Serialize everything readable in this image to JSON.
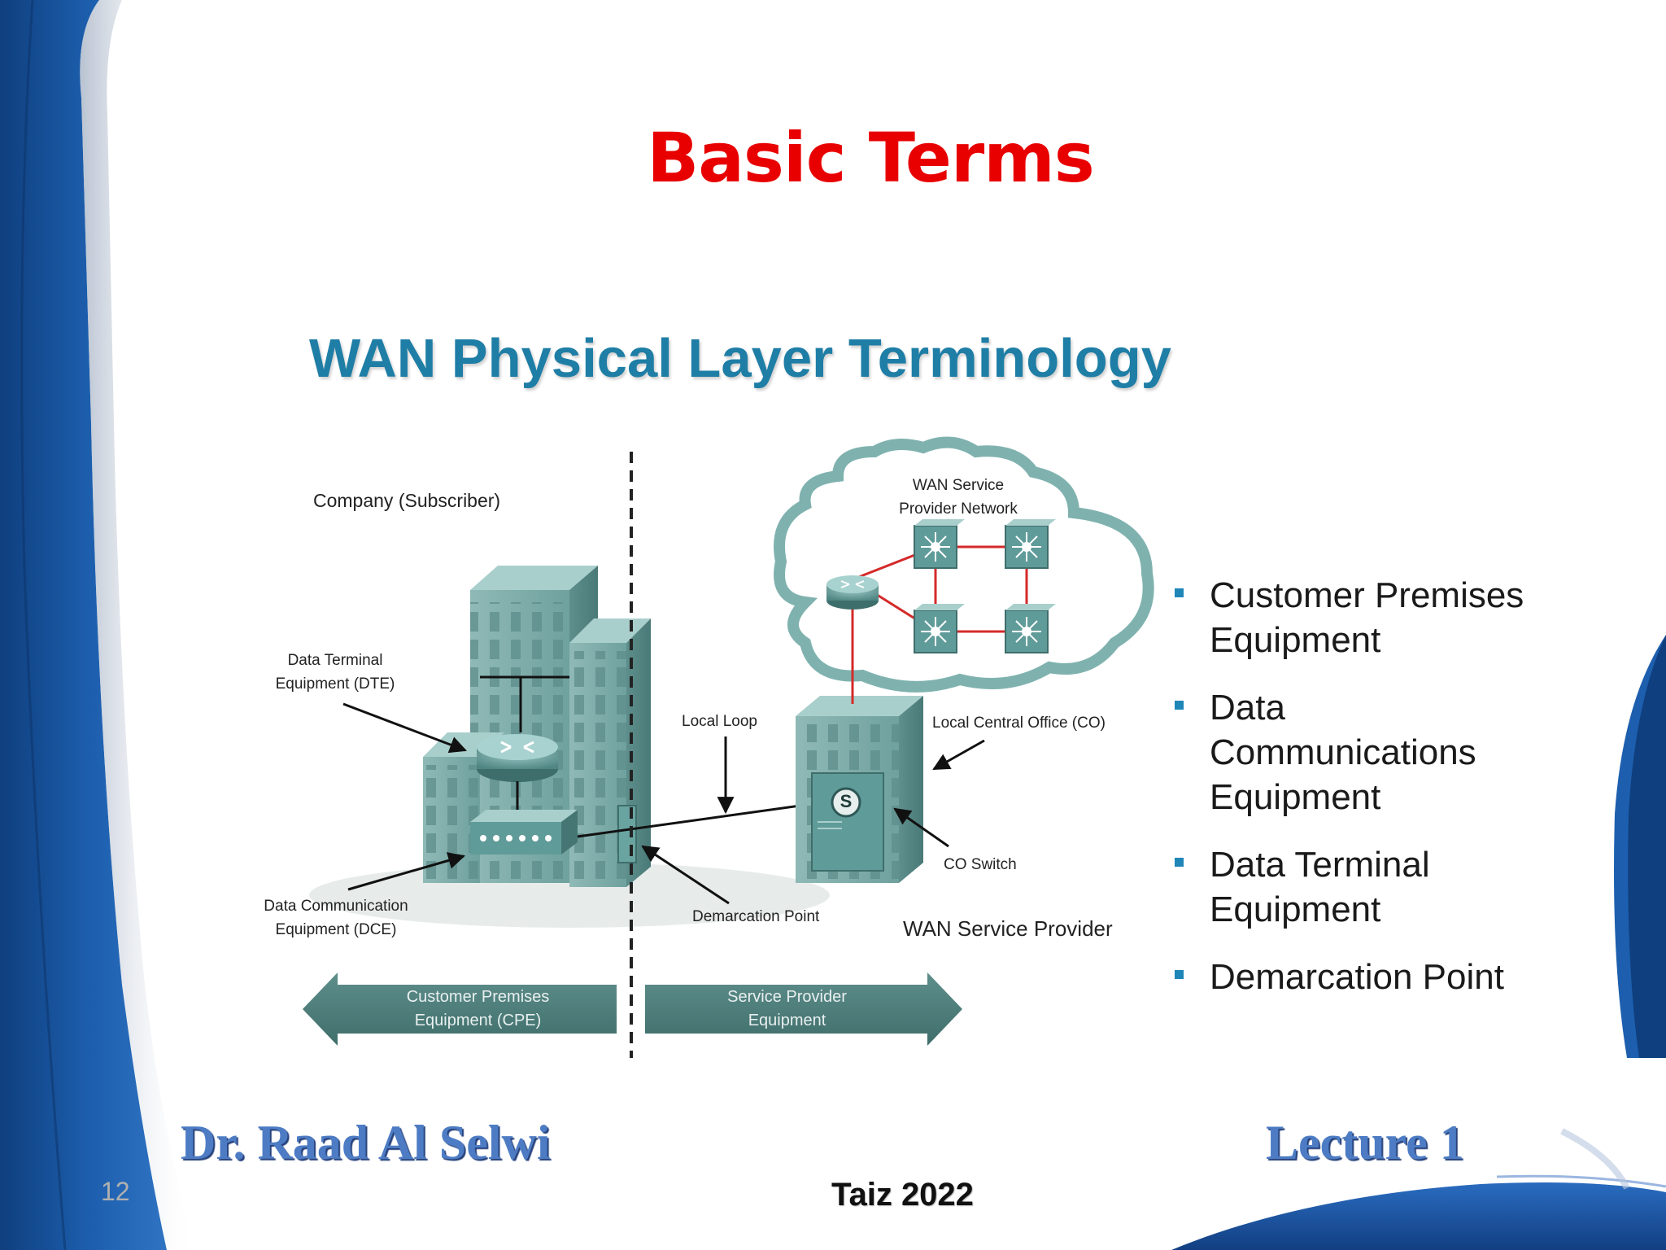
{
  "slide": {
    "title": "Basic Terms",
    "page_number": "12"
  },
  "diagram": {
    "heading": "WAN Physical Layer Terminology",
    "labels": {
      "company": "Company (Subscriber)",
      "dte_line1": "Data Terminal",
      "dte_line2": "Equipment (DTE)",
      "dce_line1": "Data Communication",
      "dce_line2": "Equipment (DCE)",
      "local_loop": "Local Loop",
      "demarcation": "Demarcation Point",
      "co": "Local Central Office (CO)",
      "co_switch": "CO Switch",
      "provider": "WAN Service Provider",
      "cloud_line1": "WAN Service",
      "cloud_line2": "Provider Network",
      "switch_letter": "S"
    },
    "arrows": {
      "cpe_line1": "Customer Premises",
      "cpe_line2": "Equipment (CPE)",
      "spe_line1": "Service Provider",
      "spe_line2": "Equipment"
    }
  },
  "bullets": [
    "Customer Premises\nEquipment",
    "Data\nCommunications\nEquipment",
    "Data Terminal\nEquipment",
    "Demarcation Point"
  ],
  "footer": {
    "author": "Dr. Raad Al Selwi",
    "lecture": "Lecture 1",
    "location": "Taiz 2022"
  },
  "colors": {
    "title": "#e80000",
    "heading": "#1f7ea6",
    "frame_blue": "#1b57a0",
    "equipment_teal": "#5f9b99",
    "link_red": "#d42a2a",
    "footer_blue": "#4d7cc4"
  }
}
